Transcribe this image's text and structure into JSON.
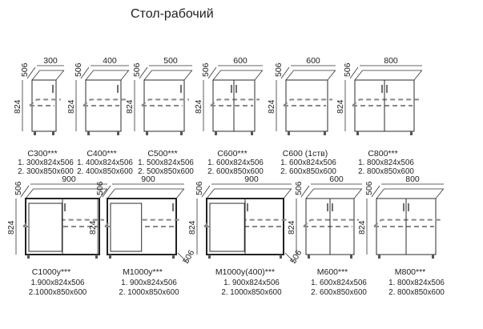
{
  "title": "Стол-рабочий",
  "row1": [
    {
      "name": "С300***",
      "w": "300",
      "h": "824",
      "d": "506",
      "sizes": [
        "1. 300x824x506",
        "2. 300x850x600"
      ]
    },
    {
      "name": "С400***",
      "w": "400",
      "h": "824",
      "d": "506",
      "sizes": [
        "1. 400x824x506",
        "2. 400x850x600"
      ]
    },
    {
      "name": "С500***",
      "w": "500",
      "h": "824",
      "d": "506",
      "sizes": [
        "1. 500x824x506",
        "2. 500x850x600"
      ]
    },
    {
      "name": "С600***",
      "w": "600",
      "h": "824",
      "d": "506",
      "sizes": [
        "1. 600x824x506",
        "2. 600x850x600"
      ]
    },
    {
      "name": "С600 (1ств)",
      "w": "600",
      "h": "824",
      "d": "506",
      "sizes": [
        "1. 600x824x506",
        "2. 600x850x600"
      ]
    },
    {
      "name": "С800***",
      "w": "800",
      "h": "824",
      "d": "506",
      "sizes": [
        "1. 800x824x506",
        "2. 800x850x600"
      ]
    }
  ],
  "row2": [
    {
      "name": "С1000у***",
      "w": "900",
      "h": "824",
      "d": "506",
      "sizes": [
        "1.900x824x506",
        "2.1000x850x600"
      ]
    },
    {
      "name": "М1000у***",
      "w": "900",
      "h": "824",
      "d": "506",
      "d2": "506",
      "sizes": [
        "1. 900x824x506",
        "2. 1000x850x600"
      ]
    },
    {
      "name": "М1000у(400)***",
      "w": "900",
      "h": "824",
      "d": "506",
      "d2": "506",
      "sizes": [
        "1. 900x824x506",
        "2. 1000x850x600"
      ]
    },
    {
      "name": "М600***",
      "w": "600",
      "h": "824",
      "d": "506",
      "sizes": [
        "1. 600x824x506",
        "2. 600x850x600"
      ]
    },
    {
      "name": "М800***",
      "w": "800",
      "h": "824",
      "d": "506",
      "sizes": [
        "1. 800x824x506",
        "2. 800x850x600"
      ]
    }
  ]
}
